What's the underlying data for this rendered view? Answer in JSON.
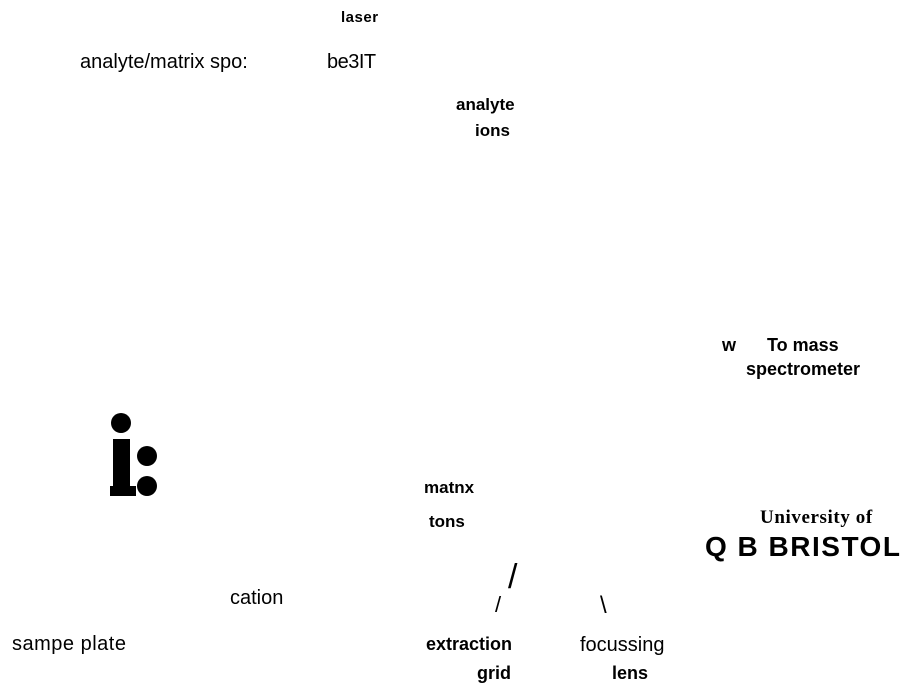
{
  "labels": {
    "laser": "laser",
    "spot_label": "analyte/matrix spo:",
    "spot_value": "be3IT",
    "analyte_line1": "analyte",
    "analyte_line2": "ions",
    "arrow_w": "w",
    "to_mass_line1": "To mass",
    "to_mass_line2": "spectrometer",
    "matrix_line1": "matnx",
    "matrix_line2": "tons",
    "university_line1": "University of",
    "university_line2": "Q B  BRISTOL",
    "cation": "cation",
    "sample_plate": "sampe plate",
    "extraction_line1": "extraction",
    "extraction_line2": "grid",
    "focussing_line1": "focussing",
    "focussing_line2": "lens"
  },
  "marks": {
    "slash_big": "/",
    "slash_small": "/",
    "backslash": "\\"
  }
}
